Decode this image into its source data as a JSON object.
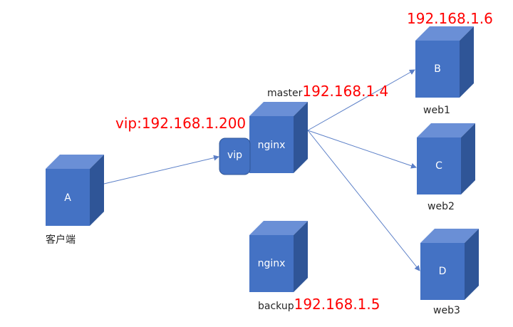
{
  "client": {
    "cube_label": "A",
    "caption": "客户端"
  },
  "vip": {
    "box_label": "vip",
    "address": "vip:192.168.1.200"
  },
  "master": {
    "cube_label": "nginx",
    "role": "master",
    "ip": "192.168.1.4"
  },
  "backup": {
    "cube_label": "nginx",
    "role": "backup",
    "ip": "192.168.1.5"
  },
  "web1": {
    "cube_label": "B",
    "caption": "web1",
    "ip": "192.168.1.6"
  },
  "web2": {
    "cube_label": "C",
    "caption": "web2"
  },
  "web3": {
    "cube_label": "D",
    "caption": "web3"
  },
  "colors": {
    "front": "#4472c4",
    "top": "#6a8fd6",
    "side": "#2f5597",
    "arrow": "#5b7fc7",
    "ip_text": "#ff0000"
  }
}
